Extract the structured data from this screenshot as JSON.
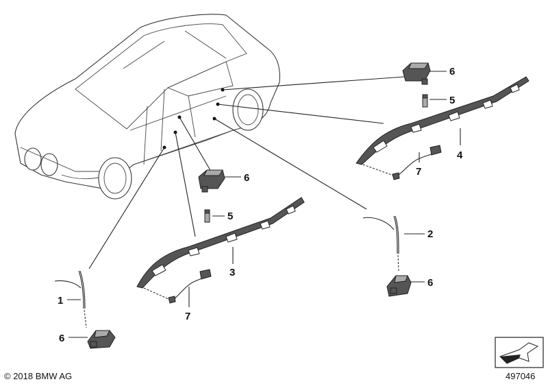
{
  "callouts": [
    {
      "id": "c1",
      "label": "1"
    },
    {
      "id": "c2",
      "label": "2"
    },
    {
      "id": "c3",
      "label": "3"
    },
    {
      "id": "c4",
      "label": "4"
    },
    {
      "id": "c5a",
      "label": "5"
    },
    {
      "id": "c5b",
      "label": "5"
    },
    {
      "id": "c6a",
      "label": "6"
    },
    {
      "id": "c6b",
      "label": "6"
    },
    {
      "id": "c6c",
      "label": "6"
    },
    {
      "id": "c6d",
      "label": "6"
    },
    {
      "id": "c7a",
      "label": "7"
    },
    {
      "id": "c7b",
      "label": "7"
    }
  ],
  "footer": {
    "copyright": "© 2018 BMW AG",
    "diagram_number": "497046"
  },
  "icons": {
    "nav": "next-page-arrow-icon"
  }
}
